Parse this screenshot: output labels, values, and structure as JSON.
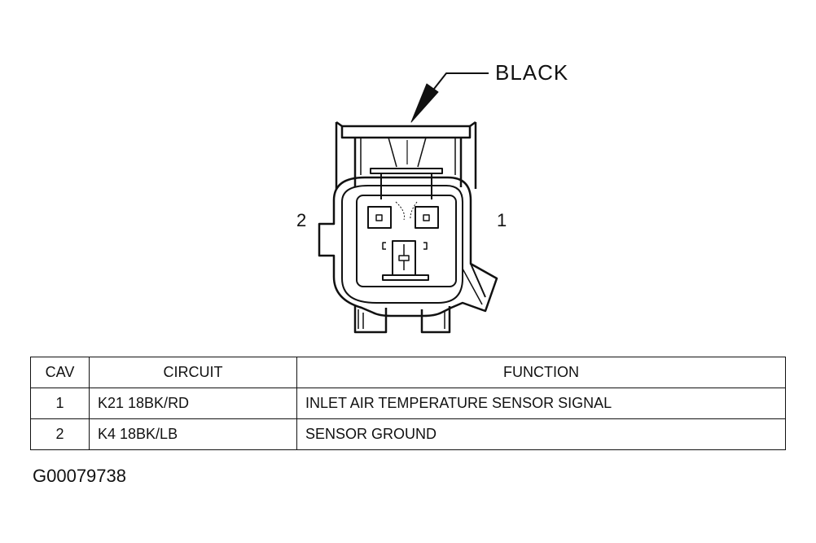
{
  "connector": {
    "color_label": "BLACK",
    "cavity_label_left": "2",
    "cavity_label_right": "1"
  },
  "table": {
    "headers": [
      "CAV",
      "CIRCUIT",
      "FUNCTION"
    ],
    "rows": [
      {
        "cav": "1",
        "circuit": "K21 18BK/RD",
        "function": "INLET AIR TEMPERATURE SENSOR SIGNAL"
      },
      {
        "cav": "2",
        "circuit": "K4 18BK/LB",
        "function": "SENSOR GROUND"
      }
    ]
  },
  "figure_id": "G00079738"
}
